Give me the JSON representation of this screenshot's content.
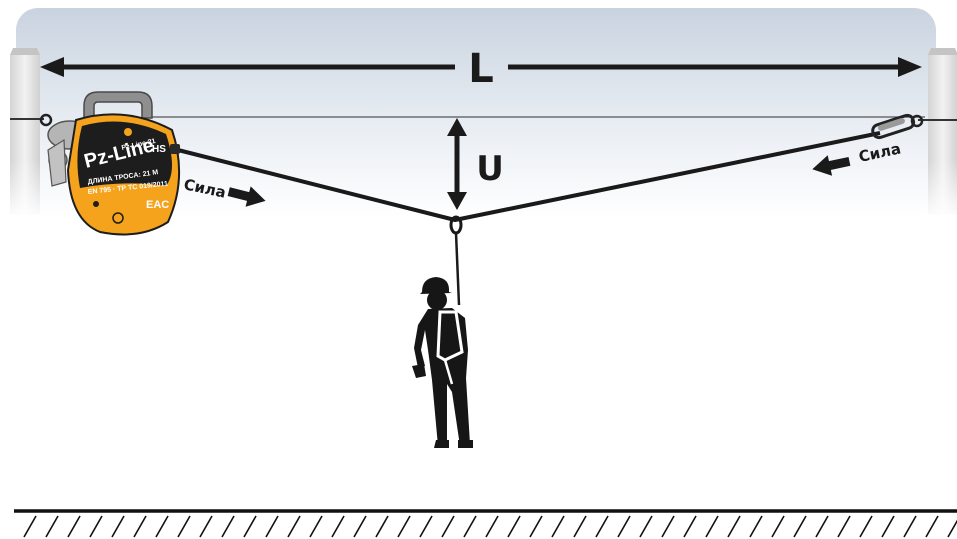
{
  "labels": {
    "span": "L",
    "sag": "U",
    "force_left": "Сила",
    "force_right": "Сила"
  },
  "device": {
    "brand": "Pz-Line",
    "logo": "HS",
    "model": "Pz-Line 21",
    "cable_length": "ДЛИНА ТРОСА: 21 М",
    "cert_mark": "EAC",
    "fine_print": "EN 795 · ТР ТС 019/2011"
  },
  "colors": {
    "device_orange": "#f5a21c",
    "device_black": "#1d1d1d",
    "rope": "#1a1a1a",
    "sky_top": "#c9d3df",
    "post": "#e6e6e6"
  },
  "icons": {
    "worker": "worker-with-harness-icon",
    "ground": "ground-hatching-icon",
    "carabiner": "carabiner-icon"
  }
}
